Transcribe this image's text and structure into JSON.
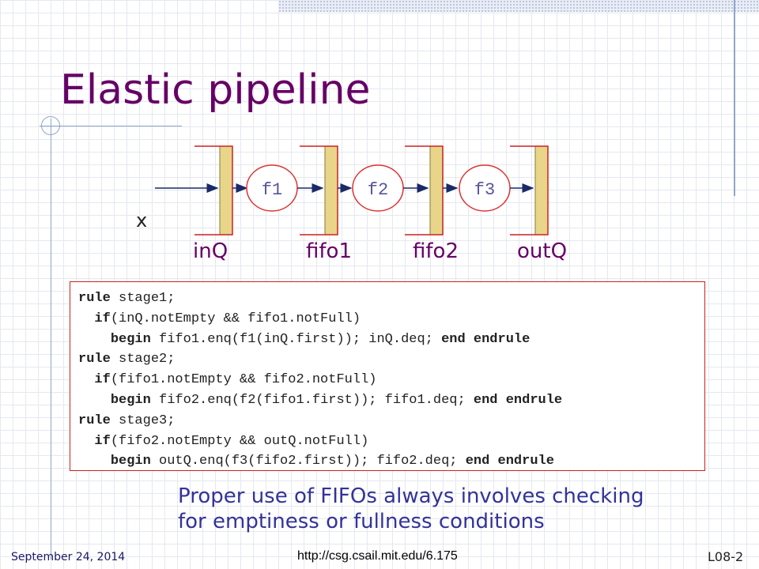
{
  "slide": {
    "title": "Elastic pipeline",
    "input_label": "x",
    "queues": [
      "inQ",
      "fifo1",
      "fifo2",
      "outQ"
    ],
    "functions": [
      "f1",
      "f2",
      "f3"
    ],
    "code": [
      {
        "kw": "rule",
        "rest": " stage1;",
        "indent": 0
      },
      {
        "kw": "if",
        "rest": "(inQ.notEmpty && fifo1.notFull)",
        "indent": 1
      },
      {
        "kw": "begin",
        "rest": " fifo1.enq(f1(inQ.first)); inQ.deq; ",
        "kw2": "end endrule",
        "indent": 2
      },
      {
        "kw": "rule",
        "rest": " stage2;",
        "indent": 0
      },
      {
        "kw": "if",
        "rest": "(fifo1.notEmpty && fifo2.notFull)",
        "indent": 1
      },
      {
        "kw": "begin",
        "rest": " fifo2.enq(f2(fifo1.first)); fifo1.deq; ",
        "kw2": "end endrule",
        "indent": 2
      },
      {
        "kw": "rule",
        "rest": " stage3;",
        "indent": 0
      },
      {
        "kw": "if",
        "rest": "(fifo2.notEmpty && outQ.notFull)",
        "indent": 1
      },
      {
        "kw": "begin",
        "rest": " outQ.enq(f3(fifo2.first)); fifo2.deq; ",
        "kw2": "end endrule",
        "indent": 2
      }
    ],
    "caption_line1": "Proper use of FIFOs always involves checking",
    "caption_line2": "for emptiness or fullness conditions"
  },
  "footer": {
    "date": "September 24, 2014",
    "url": "http://csg.csail.mit.edu/6.175",
    "page": "L08-2"
  },
  "colors": {
    "title": "#660066",
    "queue_fill": "#e8d58a",
    "queue_border": "#cc2222",
    "func_border": "#dd3333",
    "func_text": "#555599",
    "arrow": "#1a2a66",
    "caption": "#333399"
  }
}
